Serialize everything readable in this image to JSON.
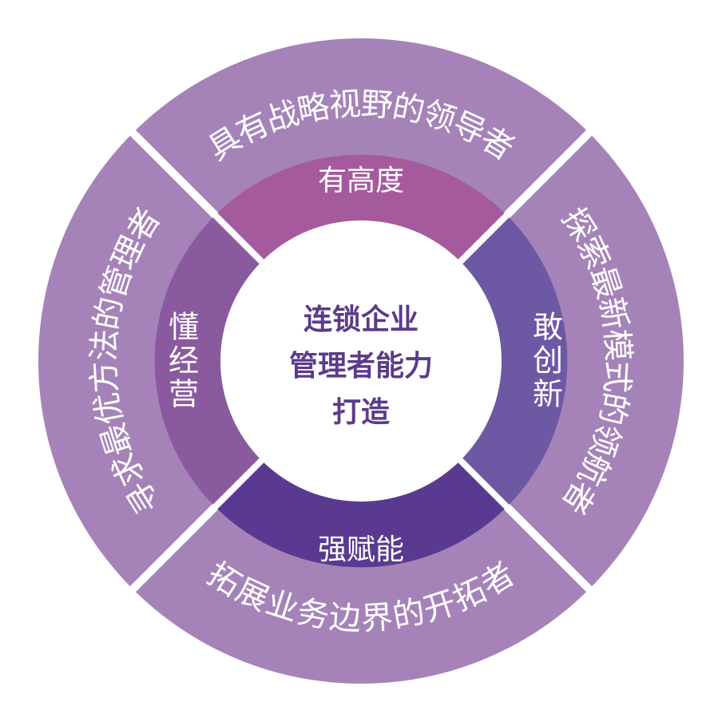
{
  "center": {
    "lines": [
      "连锁企业",
      "管理者能力",
      "打造"
    ],
    "color": "#5b3b8a"
  },
  "middle_ring": {
    "top": {
      "label": "有高度",
      "color": "#a65a9e"
    },
    "right": {
      "label": "敢创新",
      "color": "#6d58a4"
    },
    "bottom": {
      "label": "强赋能",
      "color": "#5a3a90"
    },
    "left": {
      "label": "懂经营",
      "color": "#8a5a9f"
    }
  },
  "outer_ring": {
    "top": {
      "label": "具有战略视野的领导者"
    },
    "right": {
      "label": "探索最新模式的领航者"
    },
    "bottom": {
      "label": "拓展业务边界的开拓者"
    },
    "left": {
      "label": "寻求最优方法的管理者"
    },
    "color": "#a583b9"
  }
}
